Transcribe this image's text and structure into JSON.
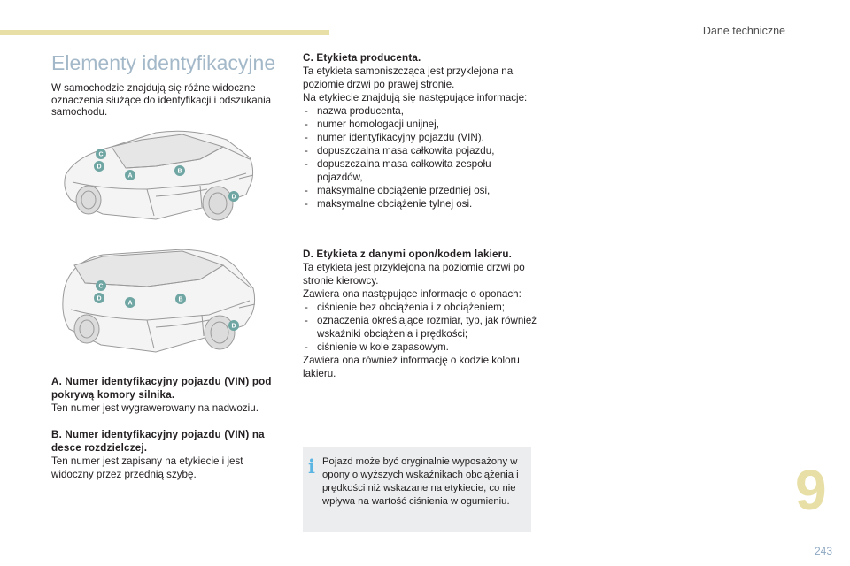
{
  "header": {
    "section": "Dane techniczne"
  },
  "title": "Elementy identyfikacyjne",
  "intro": "W samochodzie znajdują się różne widoczne oznaczenia służące do identyfikacji i odszukania samochodu.",
  "figure_badges": [
    "A",
    "B",
    "C",
    "D",
    "D"
  ],
  "colors": {
    "badge_fill": "#6fa6a3",
    "accent_yellow": "#e8dfa6",
    "title_blue": "#a3b8c8",
    "info_icon": "#5bb5e3"
  },
  "blockA": {
    "heading": "A. Numer identyfikacyjny pojazdu (VIN) pod pokrywą komory silnika.",
    "text": "Ten numer jest wygrawerowany na nadwoziu."
  },
  "blockB": {
    "heading": "B. Numer identyfikacyjny pojazdu (VIN) na desce rozdzielczej.",
    "text": "Ten numer jest zapisany na etykiecie i jest widoczny przez przednią szybę."
  },
  "blockC": {
    "heading": "C. Etykieta producenta.",
    "lines": [
      "Ta etykieta samoniszcząca jest przyklejona na poziomie drzwi po prawej stronie.",
      "Na etykiecie znajdują się następujące informacje:"
    ],
    "items": [
      "nazwa producenta,",
      "numer homologacji unijnej,",
      "numer identyfikacyjny pojazdu (VIN),",
      "dopuszczalna masa całkowita pojazdu,",
      "dopuszczalna masa całkowita zespołu pojazdów,",
      "maksymalne obciążenie przedniej osi,",
      "maksymalne obciążenie tylnej osi."
    ]
  },
  "blockD": {
    "heading": "D. Etykieta z danymi opon/kodem lakieru.",
    "lines": [
      "Ta etykieta jest przyklejona na poziomie drzwi po stronie kierowcy.",
      "Zawiera ona następujące informacje o oponach:"
    ],
    "items": [
      "ciśnienie bez obciążenia i z obciążeniem;",
      "oznaczenia określające rozmiar, typ, jak również wskaźniki obciążenia i prędkości;",
      "ciśnienie w kole zapasowym."
    ],
    "footer": "Zawiera ona również informację o kodzie koloru lakieru."
  },
  "note": {
    "icon": "i",
    "text": "Pojazd może być oryginalnie wyposażony w opony o wyższych wskaźnikach obciążenia i prędkości niż wskazane na etykiecie, co nie wpływa na wartość ciśnienia w ogumieniu."
  },
  "chapter_number": "9",
  "page_number": "243"
}
